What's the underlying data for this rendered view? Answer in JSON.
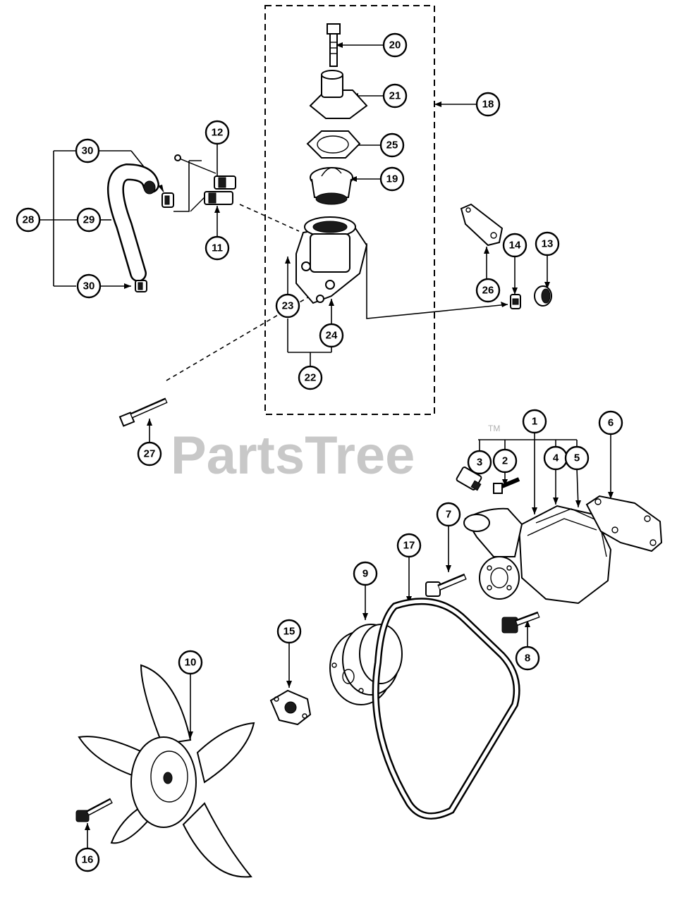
{
  "watermark": {
    "text": "PartsTree",
    "trademark": "TM",
    "color": "#c8c8c8"
  },
  "callouts": [
    "20",
    "21",
    "18",
    "25",
    "19",
    "12",
    "30",
    "28",
    "29",
    "11",
    "30",
    "23",
    "24",
    "22",
    "26",
    "14",
    "13",
    "27",
    "1",
    "6",
    "3",
    "2",
    "4",
    "5",
    "7",
    "17",
    "9",
    "15",
    "8",
    "10",
    "16"
  ]
}
